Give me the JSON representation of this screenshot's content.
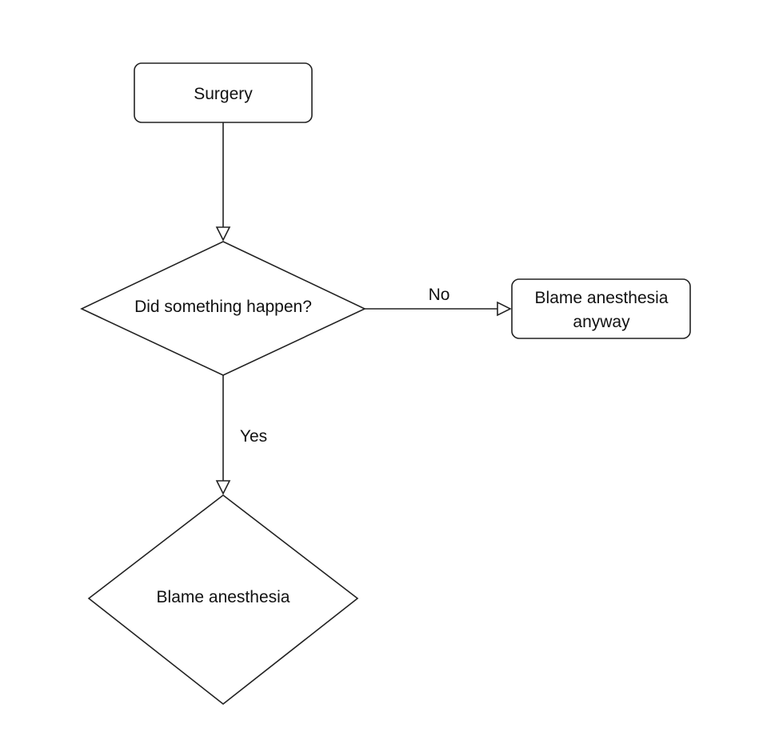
{
  "diagram": {
    "nodes": {
      "surgery": {
        "label": "Surgery"
      },
      "decision": {
        "label": "Did something happen?"
      },
      "blame_anyway": {
        "label_line1": "Blame anesthesia",
        "label_line2": "anyway"
      },
      "blame": {
        "label": "Blame anesthesia"
      }
    },
    "edges": {
      "no_label": "No",
      "yes_label": "Yes"
    }
  }
}
